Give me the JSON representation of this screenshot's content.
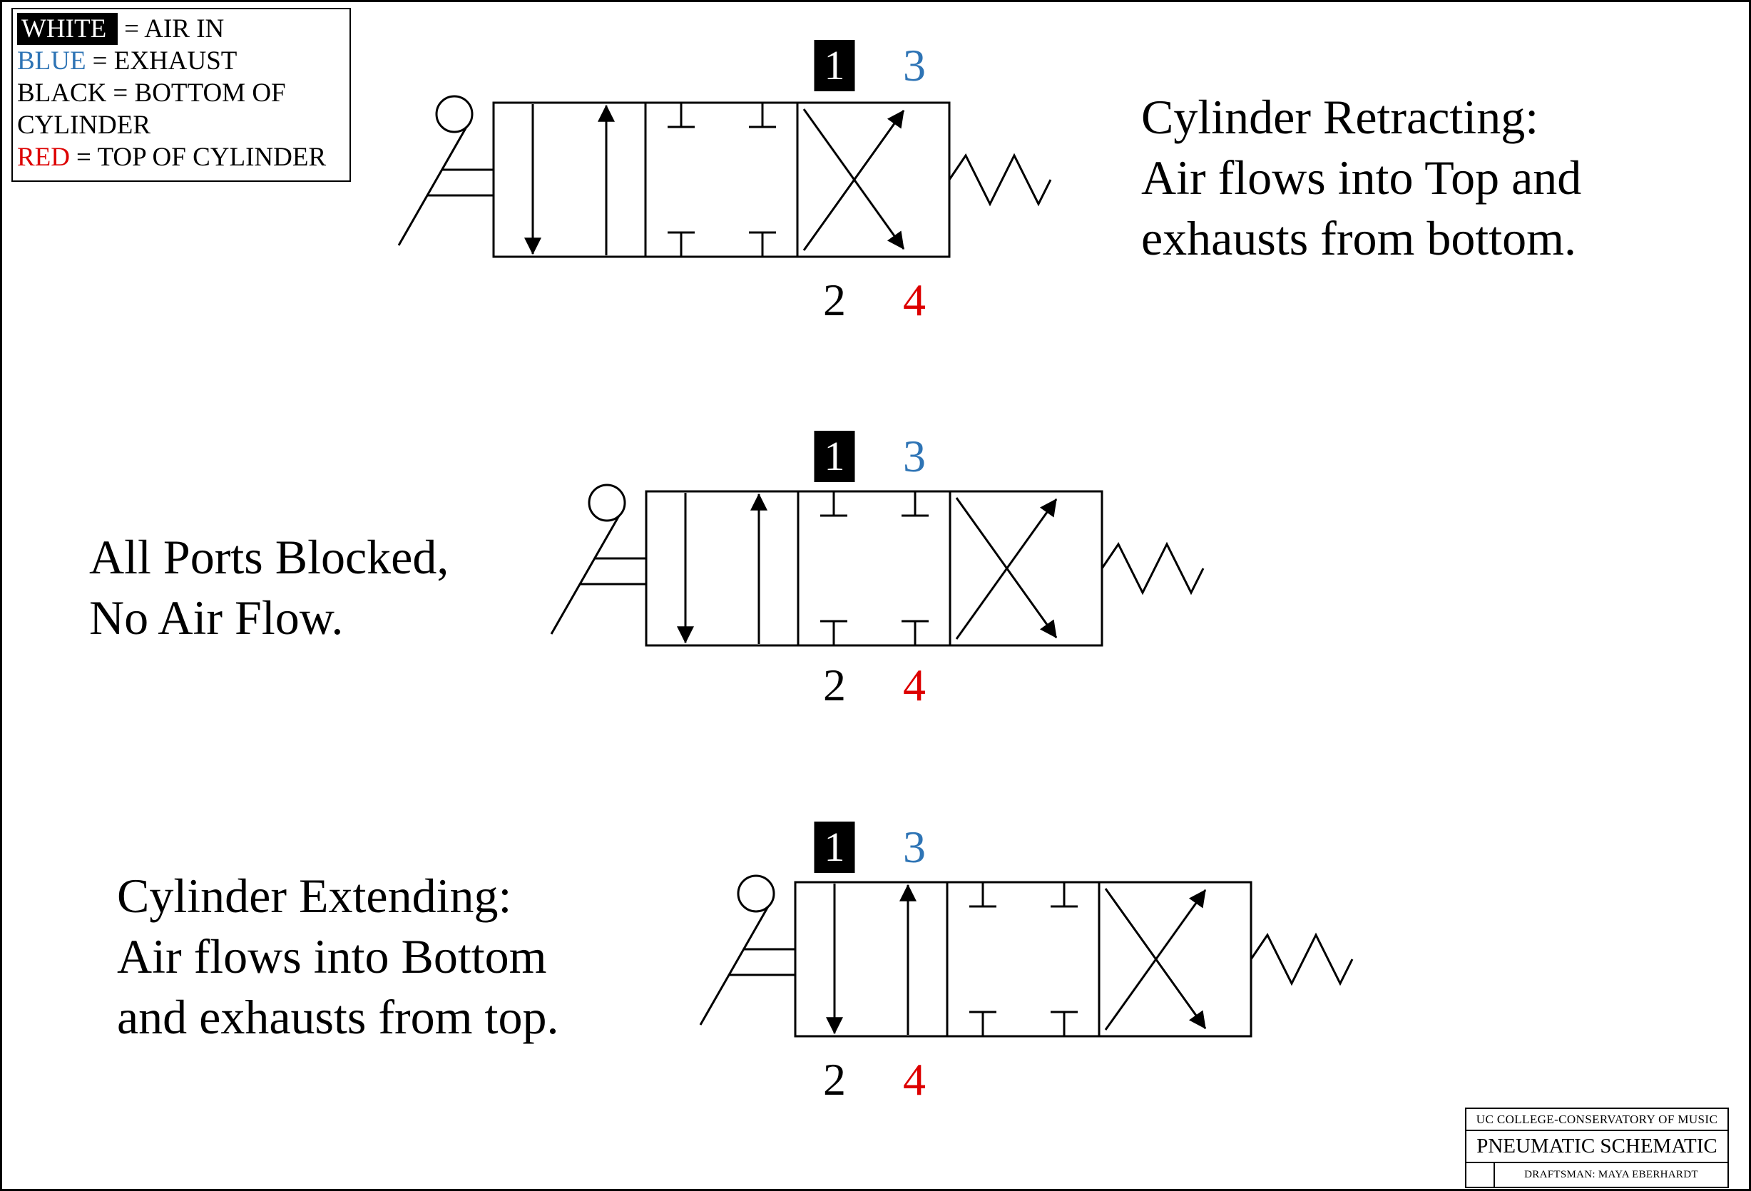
{
  "legend": {
    "items": [
      {
        "key": "WHITE",
        "text": "= AIR IN"
      },
      {
        "key": "BLUE",
        "text": "= EXHAUST"
      },
      {
        "key": "BLACK",
        "text": "= BOTTOM OF CYLINDER"
      },
      {
        "key": "RED",
        "text": "= TOP OF CYLINDER"
      }
    ]
  },
  "ports": {
    "p1": "1",
    "p2": "2",
    "p3": "3",
    "p4": "4"
  },
  "diagrams": [
    {
      "name": "retracting",
      "caption": "Cylinder Retracting:\nAir flows into Top and\nexhausts from bottom."
    },
    {
      "name": "blocked",
      "caption": "All Ports Blocked,\nNo Air Flow."
    },
    {
      "name": "extending",
      "caption": "Cylinder Extending:\nAir flows into Bottom\nand exhausts from top."
    }
  ],
  "title_block": {
    "organization": "UC COLLEGE-CONSERVATORY OF MUSIC",
    "title": "PNEUMATIC SCHEMATIC",
    "draftsman": "DRAFTSMAN: MAYA EBERHARDT"
  },
  "colors": {
    "exhaust_blue": "#2e74b5",
    "cylinder_top_red": "#dd0000"
  }
}
